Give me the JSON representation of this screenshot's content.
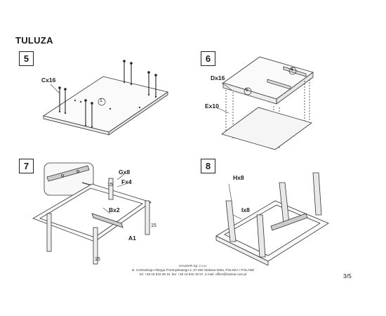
{
  "title": "TULUZA",
  "steps": [
    {
      "number": "5",
      "labels": [
        "Cx16"
      ],
      "callouts": [
        "1"
      ]
    },
    {
      "number": "6",
      "labels": [
        "Dx16",
        "Ex10"
      ],
      "callouts": [
        "4",
        "5"
      ]
    },
    {
      "number": "7",
      "labels": [
        "Gx8",
        "Fx4",
        "Bx2",
        "A1"
      ],
      "callouts": [
        "15",
        "15",
        "15"
      ]
    },
    {
      "number": "8",
      "labels": [
        "Hx8",
        "Ix8"
      ],
      "callouts": []
    }
  ],
  "footer": {
    "company": "HALMAR Sp. z o.o.",
    "address": "ul. Centralnego Okręgu Przemysłowego 2, 37-450 Stalowa Wola, POLSKA / POLAND",
    "contact": "tel. +48 15 843 28 10, fax: +48 15 842 19 57, e-mail: office@halmar.com.pl"
  },
  "page_number": "3/5"
}
